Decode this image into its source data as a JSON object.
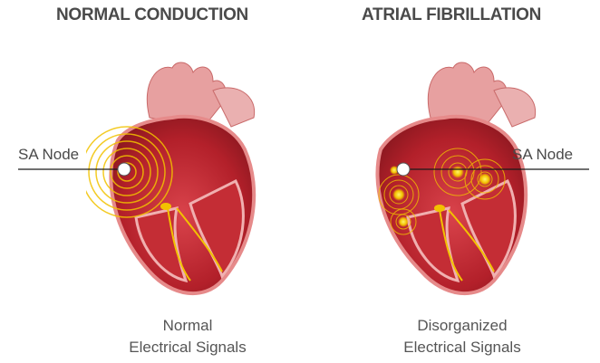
{
  "panels": {
    "left": {
      "title": "NORMAL CONDUCTION",
      "node_label": "SA Node",
      "caption_line1": "Normal",
      "caption_line2": "Electrical Signals"
    },
    "right": {
      "title": "ATRIAL FIBRILLATION",
      "node_label": "SA Node",
      "caption_line1": "Disorganized",
      "caption_line2": "Electrical Signals"
    }
  },
  "colors": {
    "text": "#4a4a4a",
    "heart_dark": "#b3202a",
    "heart_light": "#e87a7a",
    "signal": "#f2c200"
  }
}
